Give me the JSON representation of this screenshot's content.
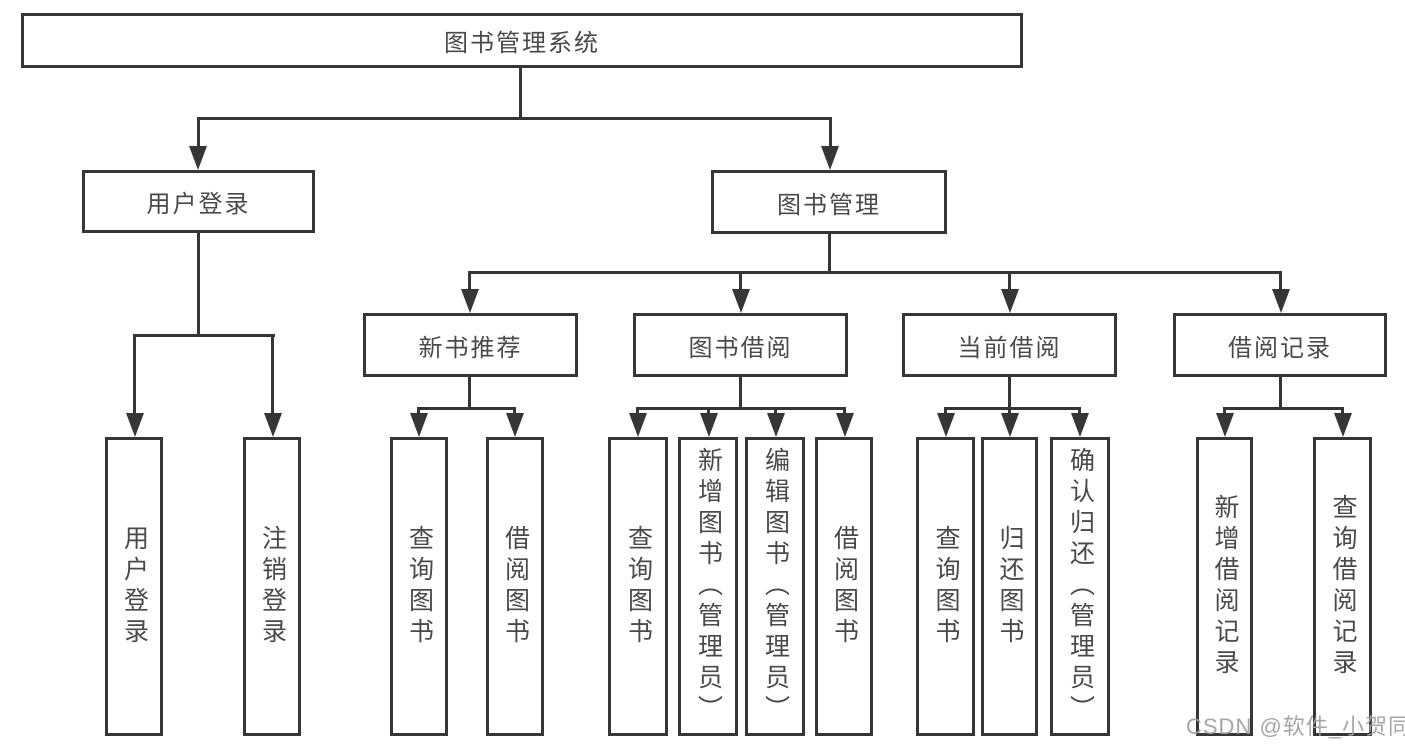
{
  "root": {
    "label": "图书管理系统"
  },
  "level2": [
    {
      "label": "用户登录"
    },
    {
      "label": "图书管理"
    }
  ],
  "level3": [
    {
      "label": "新书推荐"
    },
    {
      "label": "图书借阅"
    },
    {
      "label": "当前借阅"
    },
    {
      "label": "借阅记录"
    }
  ],
  "leaves": {
    "user_login": [
      {
        "label": "用户登录"
      },
      {
        "label": "注销登录"
      }
    ],
    "new_book": [
      {
        "label": "查询图书"
      },
      {
        "label": "借阅图书"
      }
    ],
    "book_borrow": [
      {
        "label": "查询图书"
      },
      {
        "label": "新增图书（管理员）"
      },
      {
        "label": "编辑图书（管理员）"
      },
      {
        "label": "借阅图书"
      }
    ],
    "current_borrow": [
      {
        "label": "查询图书"
      },
      {
        "label": "归还图书"
      },
      {
        "label": "确认归还（管理员）"
      }
    ],
    "borrow_records": [
      {
        "label": "新增借阅记录"
      },
      {
        "label": "查询借阅记录"
      }
    ]
  },
  "watermark": {
    "text": "CSDN @软件_小贺同学"
  },
  "colors": {
    "line": "#363636",
    "text": "#4a4a4a",
    "background": "#ffffff",
    "watermark": "#9e9e9e"
  }
}
